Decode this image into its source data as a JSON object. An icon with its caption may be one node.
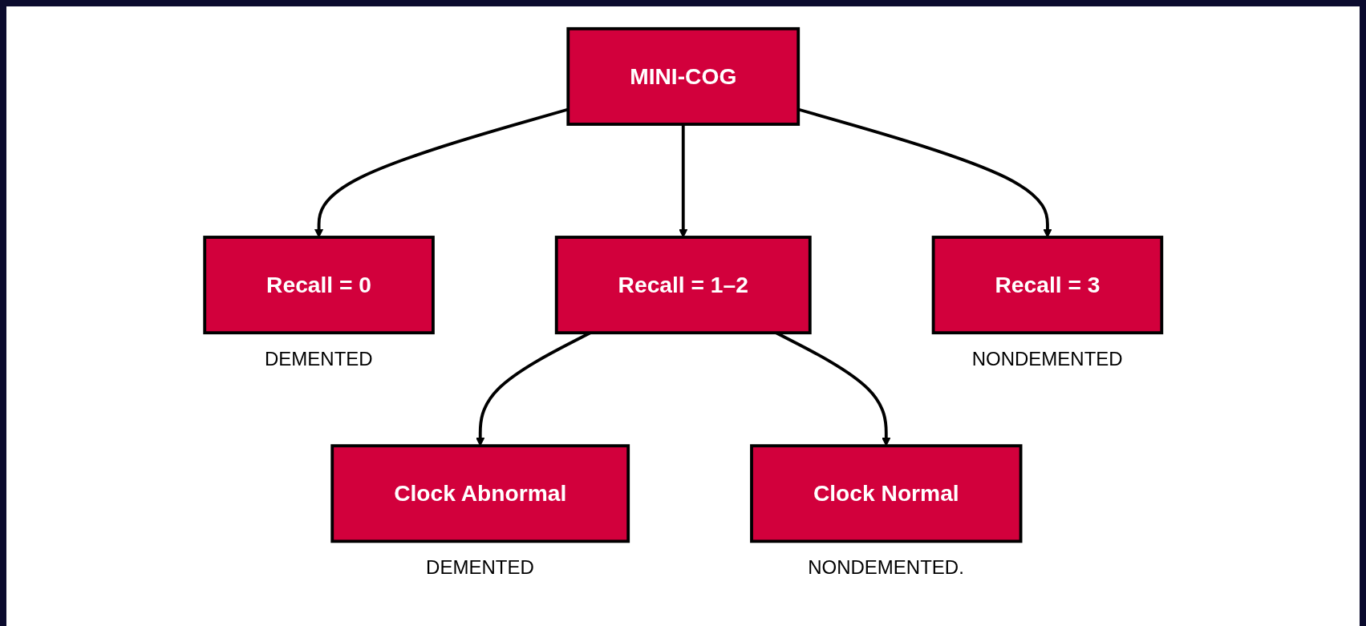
{
  "diagram": {
    "nodes": [
      {
        "text": [
          "MINI-COG"
        ]
      },
      {
        "text": [
          "Recall = 0"
        ],
        "beside": [
          "DEMENTED"
        ]
      },
      {
        "text": [
          "Recall = 1–2"
        ]
      },
      {
        "text": [
          "Recall = 3"
        ],
        "beside": [
          "NONDEMENTED"
        ]
      },
      {
        "text": [
          "Clock Abnormal"
        ],
        "beside": [
          "DEMENTED"
        ]
      },
      {
        "text": [
          "Clock Normal"
        ],
        "beside": [
          "NONDEMENTED."
        ]
      }
    ],
    "edges": [
      {
        "from": 0,
        "to": 1,
        "arrow": "to"
      },
      {
        "from": 0,
        "to": 2,
        "arrow": "to"
      },
      {
        "from": 0,
        "to": 3,
        "arrow": "to"
      },
      {
        "from": 2,
        "to": 4,
        "arrow": "to"
      },
      {
        "from": 2,
        "to": 5,
        "arrow": "to"
      }
    ]
  }
}
